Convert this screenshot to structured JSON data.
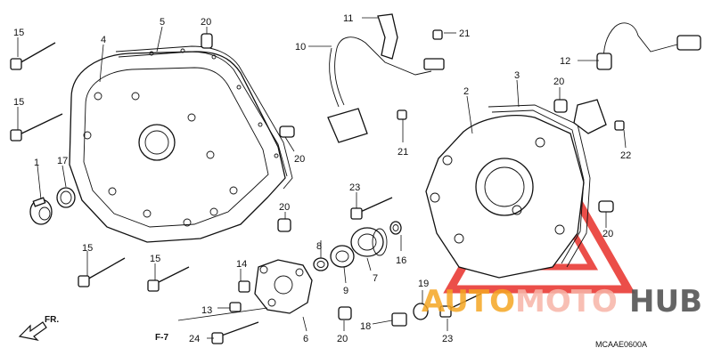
{
  "diagram": {
    "callouts": [
      "1",
      "2",
      "3",
      "4",
      "5",
      "6",
      "7",
      "8",
      "9",
      "10",
      "11",
      "12",
      "13",
      "14",
      "15",
      "15",
      "15",
      "15",
      "16",
      "17",
      "18",
      "19",
      "20",
      "20",
      "20",
      "20",
      "20",
      "20",
      "21",
      "21",
      "22",
      "23",
      "23",
      "24"
    ],
    "direction_label": "FR.",
    "section_ref": "F-7",
    "diagram_code": "MCAAE0600A"
  },
  "watermark": {
    "text_auto": "AUTO",
    "text_moto": "MOTO",
    "text_hub": "HUB",
    "color_auto": "#f5a623",
    "color_moto": "#f7b5a8",
    "color_hub": "#555555",
    "triangle_color": "#e8302a"
  }
}
